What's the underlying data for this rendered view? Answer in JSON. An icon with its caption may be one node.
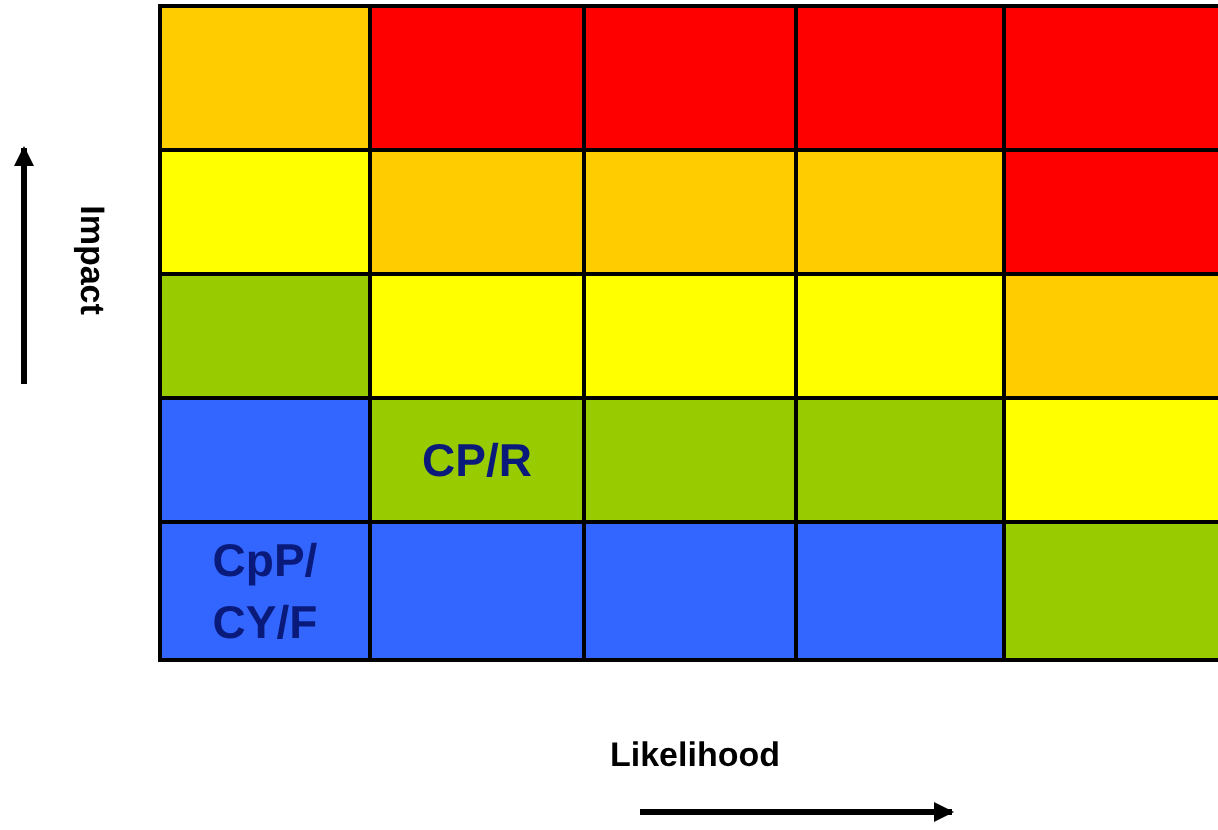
{
  "diagram": {
    "nodes": [
      {
        "text": [],
        "shape": "box"
      },
      {
        "text": [],
        "shape": "box"
      },
      {
        "text": [],
        "shape": "box"
      },
      {
        "text": [],
        "shape": "box"
      },
      {
        "text": [],
        "shape": "box"
      },
      {
        "text": [],
        "shape": "box"
      },
      {
        "text": [],
        "shape": "box"
      },
      {
        "text": [],
        "shape": "box"
      },
      {
        "text": [],
        "shape": "box"
      },
      {
        "text": [],
        "shape": "box"
      },
      {
        "text": [],
        "shape": "box"
      },
      {
        "text": [],
        "shape": "box"
      },
      {
        "text": [],
        "shape": "box"
      },
      {
        "text": [],
        "shape": "box"
      },
      {
        "text": [],
        "shape": "box"
      },
      {
        "text": [],
        "shape": "box"
      },
      {
        "text": [
          "CP/R"
        ]
      },
      {
        "text": [],
        "shape": "box"
      },
      {
        "text": [],
        "shape": "box"
      },
      {
        "text": [],
        "shape": "box"
      },
      {
        "text": [
          "CpP/ CY/F"
        ]
      },
      {
        "text": [],
        "shape": "box"
      },
      {
        "text": [],
        "shape": "box"
      },
      {
        "text": [],
        "shape": "box"
      },
      {
        "text": [],
        "shape": "box"
      }
    ],
    "labels": [
      "Impact",
      "Likelihood"
    ]
  }
}
